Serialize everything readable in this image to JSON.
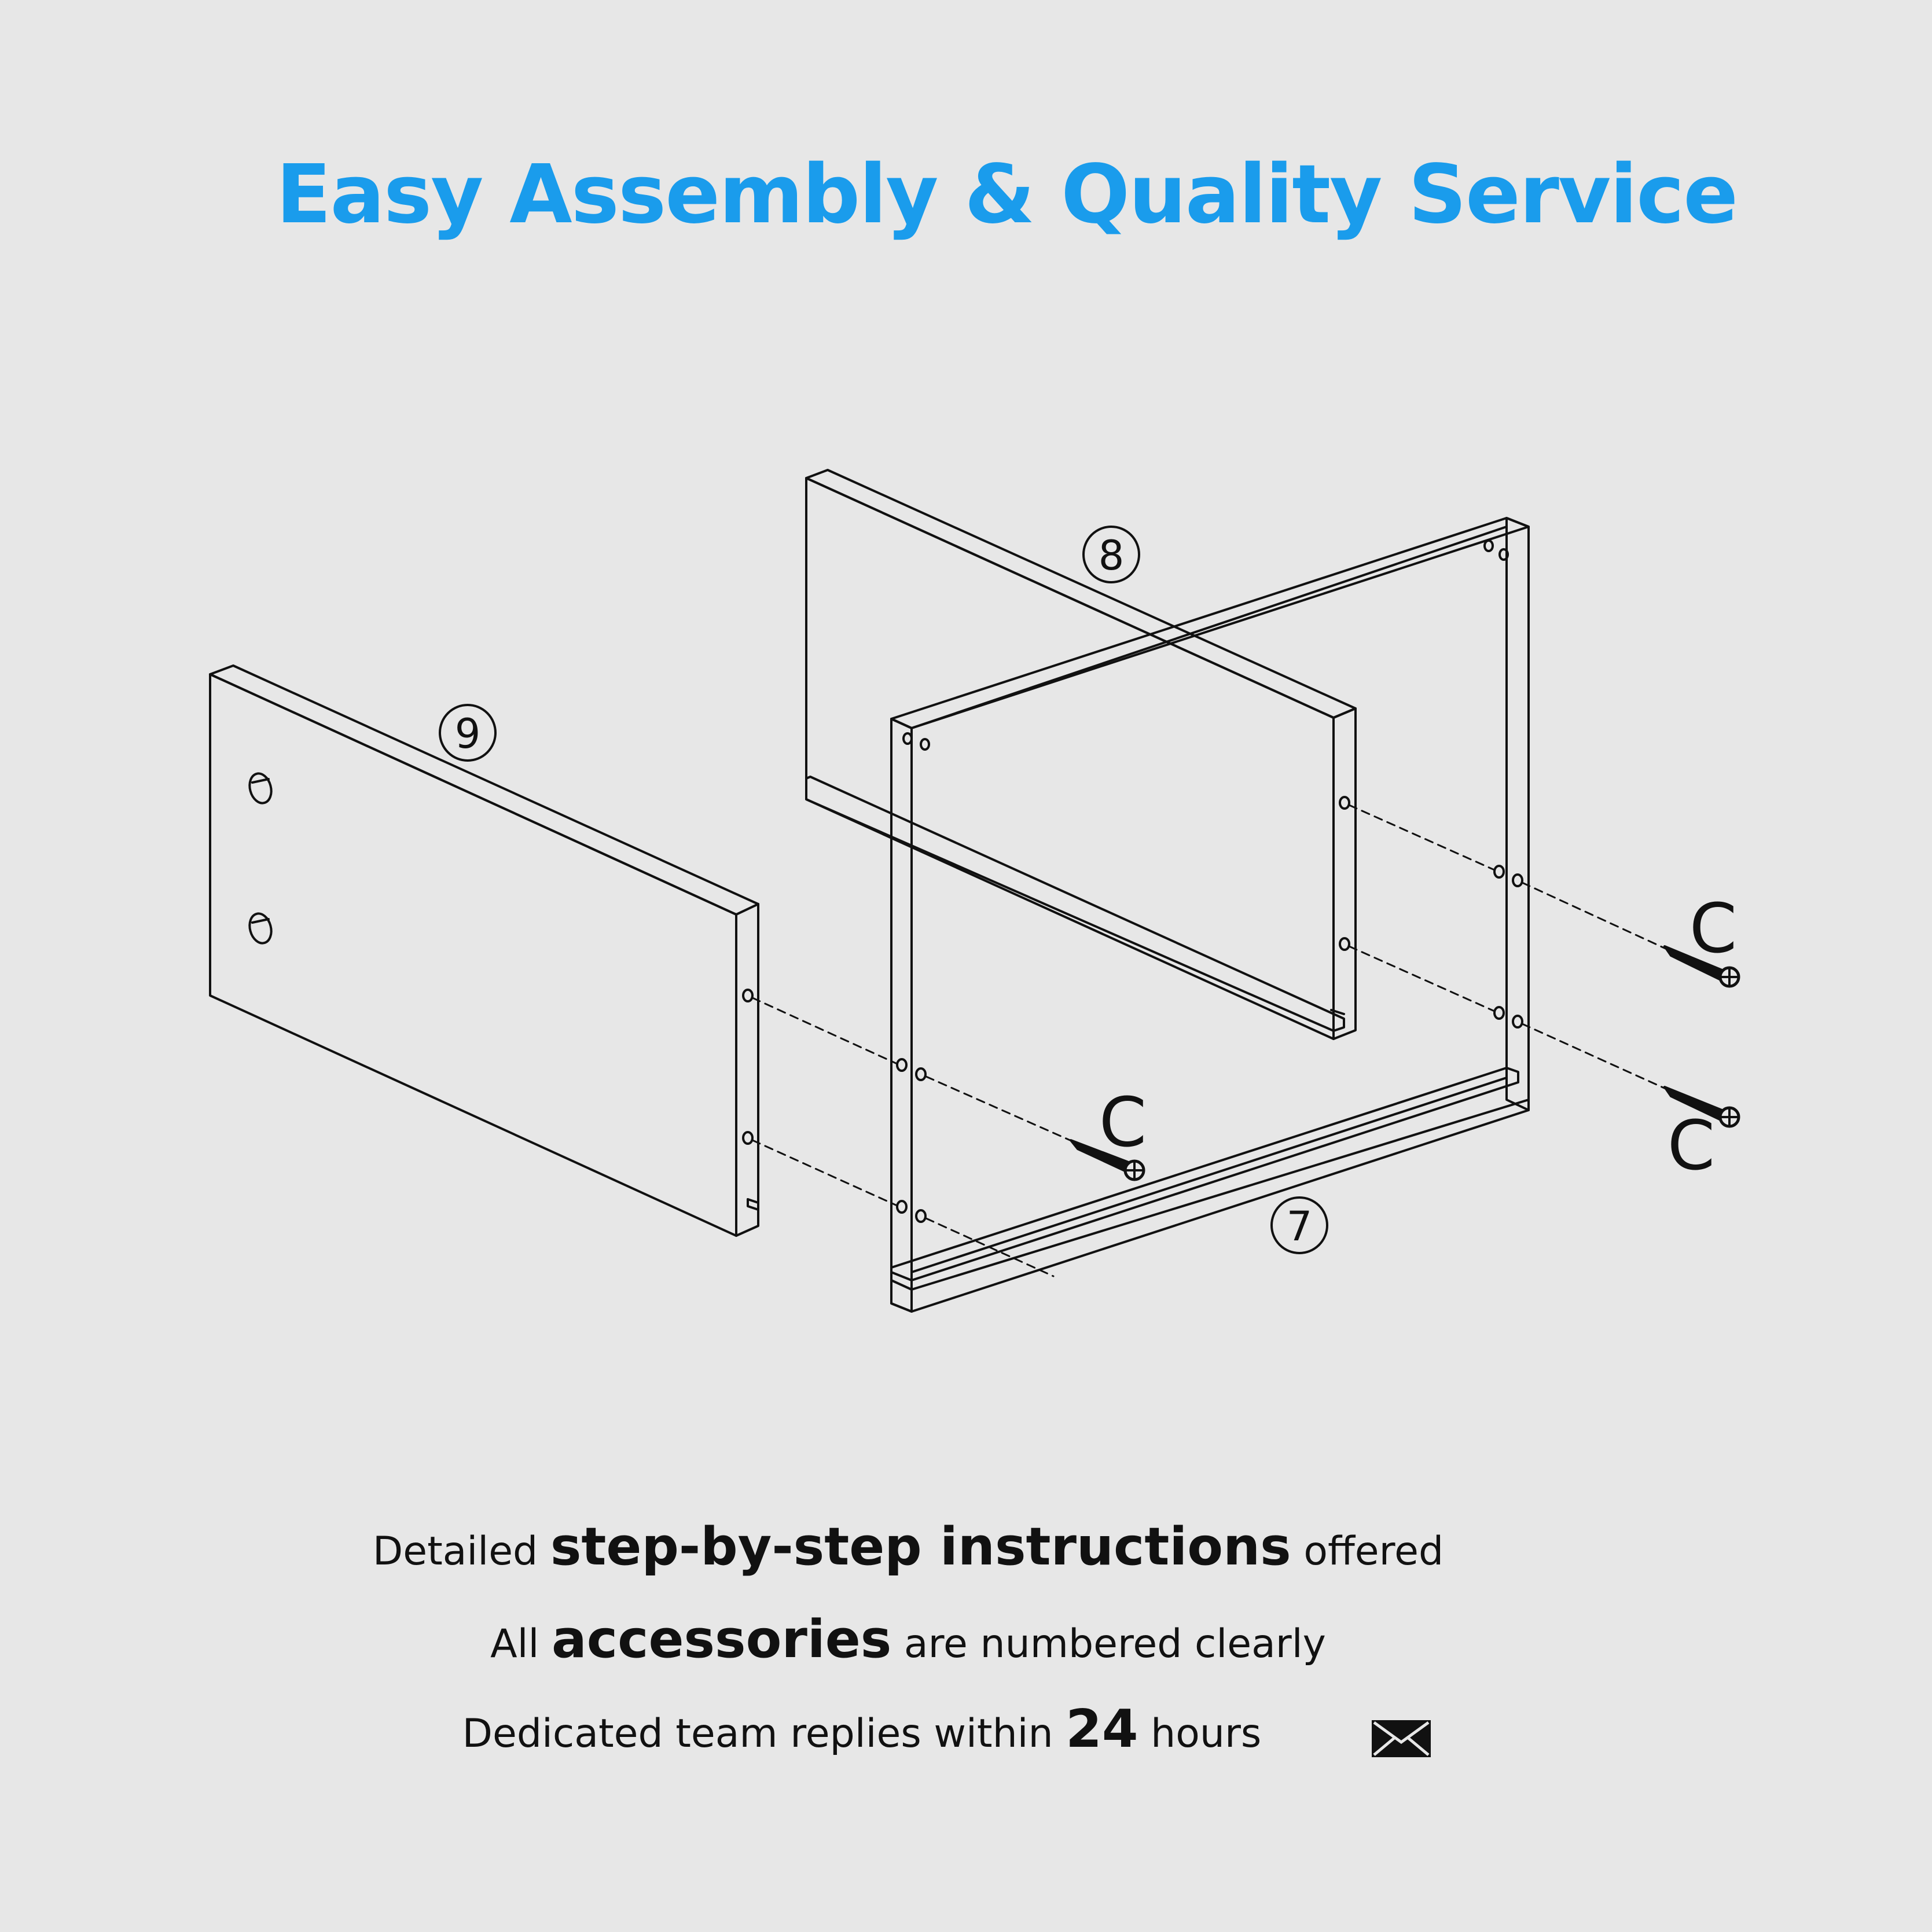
{
  "title": "Easy Assembly & Quality Service",
  "diagram": {
    "panels": [
      {
        "number": "9"
      },
      {
        "number": "8"
      },
      {
        "number": "7"
      }
    ],
    "screws": [
      {
        "label": "C"
      },
      {
        "label": "C"
      },
      {
        "label": "C"
      }
    ]
  },
  "features": [
    {
      "prefix": "Detailed ",
      "emphasis": "step-by-step instructions",
      "suffix": " offered"
    },
    {
      "prefix": "All ",
      "emphasis": "accessories",
      "suffix": " are numbered clearly"
    },
    {
      "prefix": "Dedicated team replies within ",
      "emphasis": "24",
      "suffix": " hours"
    }
  ],
  "icons": {
    "contact": "envelope-icon"
  },
  "colors": {
    "title": "#1a9cec",
    "background": "#e7e7e7",
    "ink": "#111111"
  }
}
